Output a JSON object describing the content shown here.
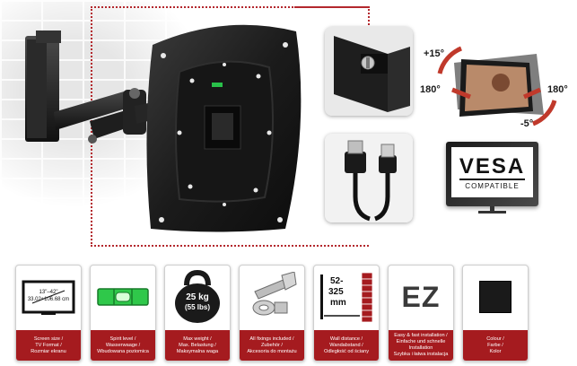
{
  "tilt": {
    "up": "+15°",
    "left": "180°",
    "right": "180°",
    "down": "-5°"
  },
  "vesa": {
    "title": "VESA",
    "subtitle": "COMPATIBLE"
  },
  "features": [
    {
      "id": "screen-size",
      "icon_text": [
        "13\"–42\"",
        "33.02÷106.68 cm"
      ],
      "caption": [
        "Screen size /",
        "TV Format /",
        "Rozmiar ekranu"
      ]
    },
    {
      "id": "spirit-level",
      "caption": [
        "Spirit level /",
        "Wasserwaage /",
        "Wbudowana poziomica"
      ]
    },
    {
      "id": "max-weight",
      "icon_text": [
        "25 kg",
        "(55 lbs)"
      ],
      "caption": [
        "Max weight /",
        "Max. Belastung /",
        "Maksymalna waga"
      ]
    },
    {
      "id": "fixings",
      "caption": [
        "All fixings included /",
        "Zubehör /",
        "Akcesoria do montażu"
      ]
    },
    {
      "id": "wall-distance",
      "icon_text": [
        "52-",
        "325",
        "mm"
      ],
      "caption": [
        "Wall distance /",
        "Wandabstand /",
        "Odległość od ściany"
      ]
    },
    {
      "id": "easy-install",
      "icon_text": [
        "EZ"
      ],
      "caption": [
        "Easy & fast installation /",
        "Einfache und schnelle Installation",
        "Szybka i łatwa instalacja"
      ]
    },
    {
      "id": "colour",
      "caption": [
        "Colour /",
        "Farbe /",
        "Kolor"
      ]
    }
  ],
  "colors": {
    "accent": "#a51b1f",
    "product": "#1c1c1c"
  }
}
